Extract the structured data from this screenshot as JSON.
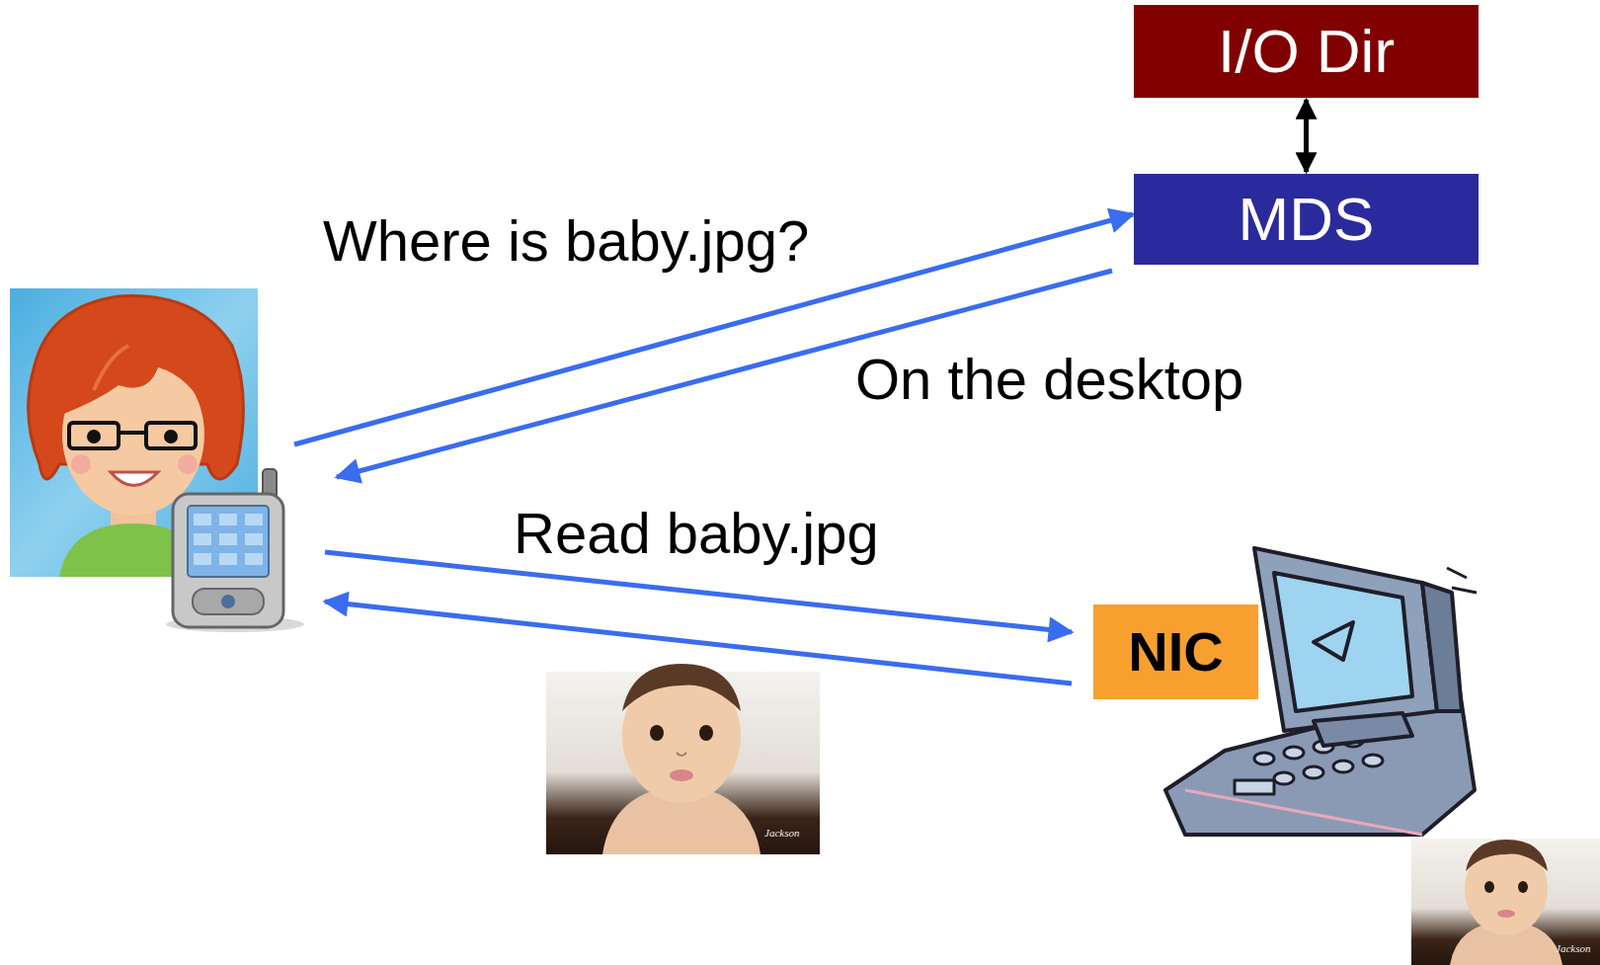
{
  "diagram": {
    "nodes": [
      {
        "text": [
          "I/O Dir"
        ]
      },
      {
        "text": [
          "MDS"
        ]
      },
      {
        "text": [
          "NIC"
        ]
      }
    ],
    "edges": [
      {
        "from": 0,
        "to": 1,
        "arrow": "both"
      }
    ],
    "labels": [
      "Where is baby.jpg?",
      "On the desktop",
      "Read baby.jpg",
      "Jackson",
      "Jackson"
    ]
  }
}
